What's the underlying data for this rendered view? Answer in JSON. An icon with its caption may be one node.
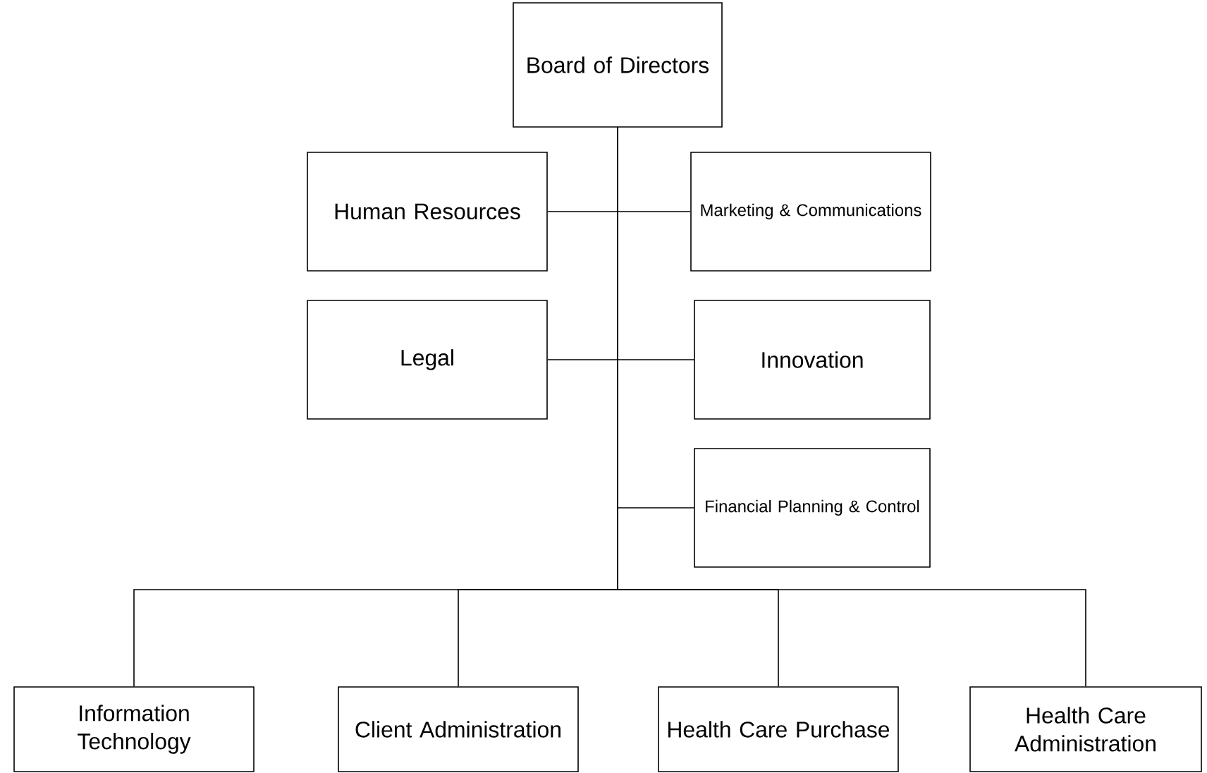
{
  "diagram": {
    "nodes": [
      {
        "text": [
          "Board of Directors"
        ]
      },
      {
        "text": [
          "Human Resources"
        ]
      },
      {
        "text": [
          "Marketing & Communications"
        ]
      },
      {
        "text": [
          "Legal"
        ]
      },
      {
        "text": [
          "Innovation"
        ]
      },
      {
        "text": [
          "Financial Planning & Control"
        ]
      },
      {
        "text": [
          "Information Technology"
        ]
      },
      {
        "text": [
          "Client Administration"
        ]
      },
      {
        "text": [
          "Health Care Purchase"
        ]
      },
      {
        "text": [
          "Health Care Administration"
        ]
      }
    ],
    "edges": [
      {
        "from": 0,
        "to": 1,
        "arrow": "none"
      },
      {
        "from": 0,
        "to": 2,
        "arrow": "none"
      },
      {
        "from": 0,
        "to": 3,
        "arrow": "none"
      },
      {
        "from": 0,
        "to": 4,
        "arrow": "none"
      },
      {
        "from": 0,
        "to": 5,
        "arrow": "none"
      },
      {
        "from": 0,
        "to": 6,
        "arrow": "none"
      },
      {
        "from": 0,
        "to": 7,
        "arrow": "none"
      },
      {
        "from": 0,
        "to": 8,
        "arrow": "none"
      },
      {
        "from": 0,
        "to": 9,
        "arrow": "none"
      }
    ]
  }
}
